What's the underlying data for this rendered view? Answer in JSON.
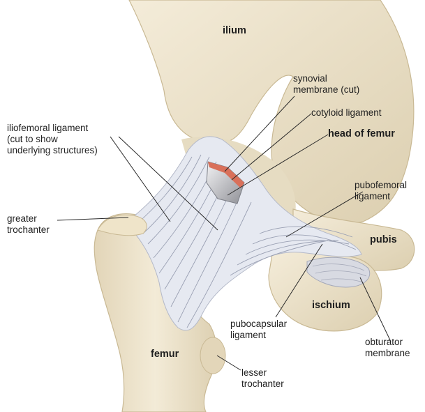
{
  "labels": {
    "ilium": "ilium",
    "synovial_membrane": [
      "synovial",
      "membrane (cut)"
    ],
    "cotyloid_ligament": "cotyloid ligament",
    "head_of_femur": "head of femur",
    "iliofemoral_ligament": [
      "iliofemoral ligament",
      "(cut to show",
      "underlying structures)"
    ],
    "pubofemoral_ligament": [
      "pubofemoral",
      "ligament"
    ],
    "greater_trochanter": [
      "greater",
      "trochanter"
    ],
    "pubis": "pubis",
    "ischium": "ischium",
    "pubocapsular_ligament": [
      "pubocapsular",
      "ligament"
    ],
    "obturator_membrane": [
      "obturator",
      "membrane"
    ],
    "femur": "femur",
    "lesser_trochanter": [
      "lesser",
      "trochanter"
    ]
  },
  "colors": {
    "bone": "#efe6d0",
    "bone_shadow": "#d9ccad",
    "ligament": "#e4e7f0",
    "ligament_line": "#9aa0b3",
    "cartilage": "#c8c9cc",
    "synovial": "#d9705a",
    "leader_line": "#2a2a2a"
  }
}
